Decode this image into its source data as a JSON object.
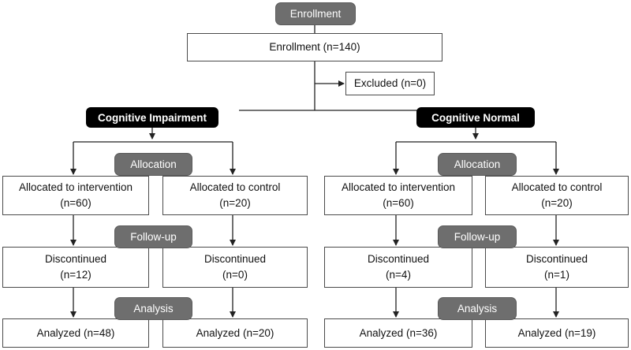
{
  "enrollment_label": "Enrollment",
  "enrollment_box": "Enrollment (n=140)",
  "excluded_box": "Excluded (n=0)",
  "groups": [
    {
      "label": "Cognitive Impairment",
      "allocation_label": "Allocation",
      "followup_label": "Follow-up",
      "analysis_label": "Analysis",
      "intervention": {
        "allocated_line1": "Allocated to intervention",
        "allocated_line2": "(n=60)",
        "discontinued_line1": "Discontinued",
        "discontinued_line2": "(n=12)",
        "analyzed": "Analyzed (n=48)"
      },
      "control": {
        "allocated_line1": "Allocated to control",
        "allocated_line2": "(n=20)",
        "discontinued_line1": "Discontinued",
        "discontinued_line2": "(n=0)",
        "analyzed": "Analyzed (n=20)"
      }
    },
    {
      "label": "Cognitive Normal",
      "allocation_label": "Allocation",
      "followup_label": "Follow-up",
      "analysis_label": "Analysis",
      "intervention": {
        "allocated_line1": "Allocated to intervention",
        "allocated_line2": "(n=60)",
        "discontinued_line1": "Discontinued",
        "discontinued_line2": "(n=4)",
        "analyzed": "Analyzed (n=36)"
      },
      "control": {
        "allocated_line1": "Allocated to control",
        "allocated_line2": "(n=20)",
        "discontinued_line1": "Discontinued",
        "discontinued_line2": "(n=1)",
        "analyzed": "Analyzed (n=19)"
      }
    }
  ],
  "colors": {
    "pill_fill": "#6e6e6e",
    "group_fill": "#000000",
    "line": "#222222"
  }
}
